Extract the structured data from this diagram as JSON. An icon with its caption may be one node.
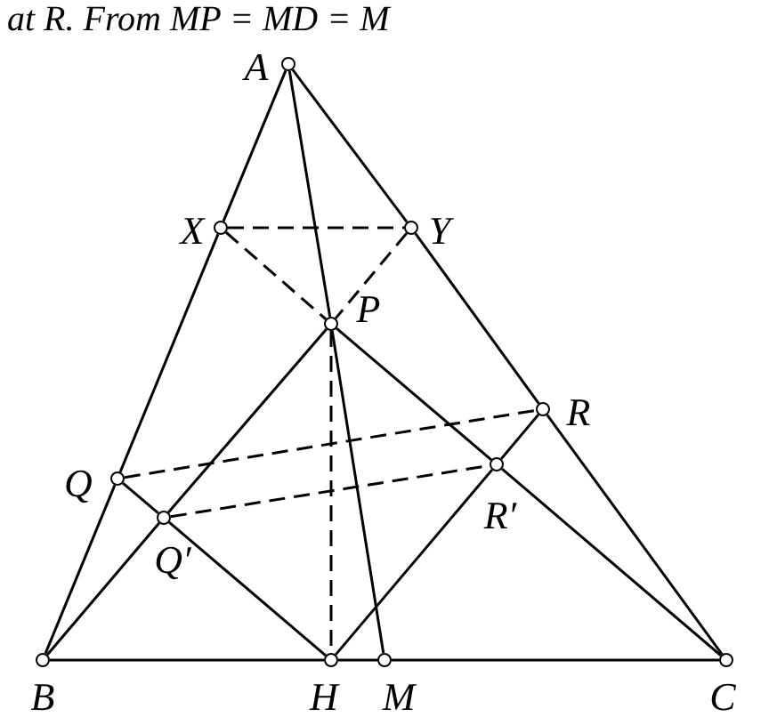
{
  "diagram": {
    "nodes": [
      {
        "text": [
          "A"
        ]
      },
      {
        "text": [
          "X"
        ]
      },
      {
        "text": [
          "Y"
        ]
      },
      {
        "text": [
          "P"
        ]
      },
      {
        "text": [
          "Q"
        ]
      },
      {
        "text": [
          "Q′"
        ]
      },
      {
        "text": [
          "R"
        ]
      },
      {
        "text": [
          "R′"
        ]
      },
      {
        "text": [
          "B"
        ]
      },
      {
        "text": [
          "H"
        ]
      },
      {
        "text": [
          "M"
        ]
      },
      {
        "text": [
          "C"
        ]
      }
    ],
    "edges": [
      {
        "from": 0,
        "to": 1,
        "arrow": "none"
      },
      {
        "from": 1,
        "to": 4,
        "arrow": "none"
      },
      {
        "from": 4,
        "to": 8,
        "arrow": "none"
      },
      {
        "from": 0,
        "to": 2,
        "arrow": "none"
      },
      {
        "from": 2,
        "to": 6,
        "arrow": "none"
      },
      {
        "from": 6,
        "to": 11,
        "arrow": "none"
      },
      {
        "from": 8,
        "to": 9,
        "arrow": "none"
      },
      {
        "from": 9,
        "to": 10,
        "arrow": "none"
      },
      {
        "from": 10,
        "to": 11,
        "arrow": "none"
      },
      {
        "from": 0,
        "to": 3,
        "arrow": "none"
      },
      {
        "from": 3,
        "to": 10,
        "arrow": "none"
      },
      {
        "from": 1,
        "to": 2,
        "arrow": "none",
        "style": "dashed"
      },
      {
        "from": 1,
        "to": 3,
        "arrow": "none",
        "style": "dashed"
      },
      {
        "from": 2,
        "to": 3,
        "arrow": "none",
        "style": "dashed"
      },
      {
        "from": 3,
        "to": 9,
        "arrow": "none",
        "style": "dashed"
      },
      {
        "from": 4,
        "to": 6,
        "arrow": "none",
        "style": "dashed"
      },
      {
        "from": 5,
        "to": 7,
        "arrow": "none",
        "style": "dashed"
      },
      {
        "from": 8,
        "to": 5,
        "arrow": "none"
      },
      {
        "from": 5,
        "to": 3,
        "arrow": "none"
      },
      {
        "from": 3,
        "to": 7,
        "arrow": "none"
      },
      {
        "from": 7,
        "to": 11,
        "arrow": "none"
      },
      {
        "from": 9,
        "to": 7,
        "arrow": "none"
      },
      {
        "from": 7,
        "to": 6,
        "arrow": "none"
      },
      {
        "from": 4,
        "to": 5,
        "arrow": "none"
      },
      {
        "from": 5,
        "to": 9,
        "arrow": "none"
      }
    ],
    "labels": [
      "at R. From MP = MD = M"
    ]
  }
}
